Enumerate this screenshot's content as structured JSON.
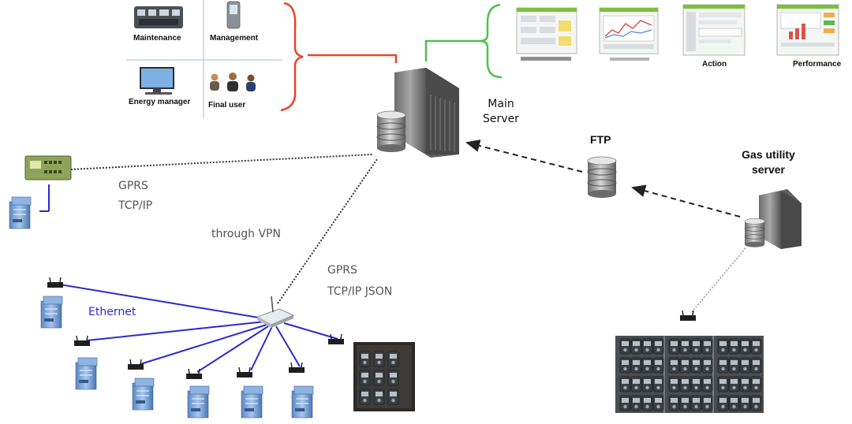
{
  "roles": {
    "maintenance": "Maintenance",
    "management": "Management",
    "energy_manager": "Energy manager",
    "final_user": "Final user"
  },
  "apps": {
    "action": "Action",
    "performance": "Performance"
  },
  "main_server": {
    "line1": "Main",
    "line2": "Server"
  },
  "ftp": {
    "label": "FTP"
  },
  "gas_server": {
    "line1": "Gas utility",
    "line2": "server"
  },
  "links": {
    "gprs_1": "GPRS",
    "tcpip_1": "TCP/IP",
    "vpn": "through VPN",
    "gprs_2": "GPRS",
    "tcpip_json": "TCP/IP JSON",
    "ethernet": "Ethernet"
  },
  "colors": {
    "bracket_users": "#e8442a",
    "bracket_apps": "#4cc24c",
    "ethernet_lines": "#2a2ad0",
    "dotted_links": "#333333"
  }
}
